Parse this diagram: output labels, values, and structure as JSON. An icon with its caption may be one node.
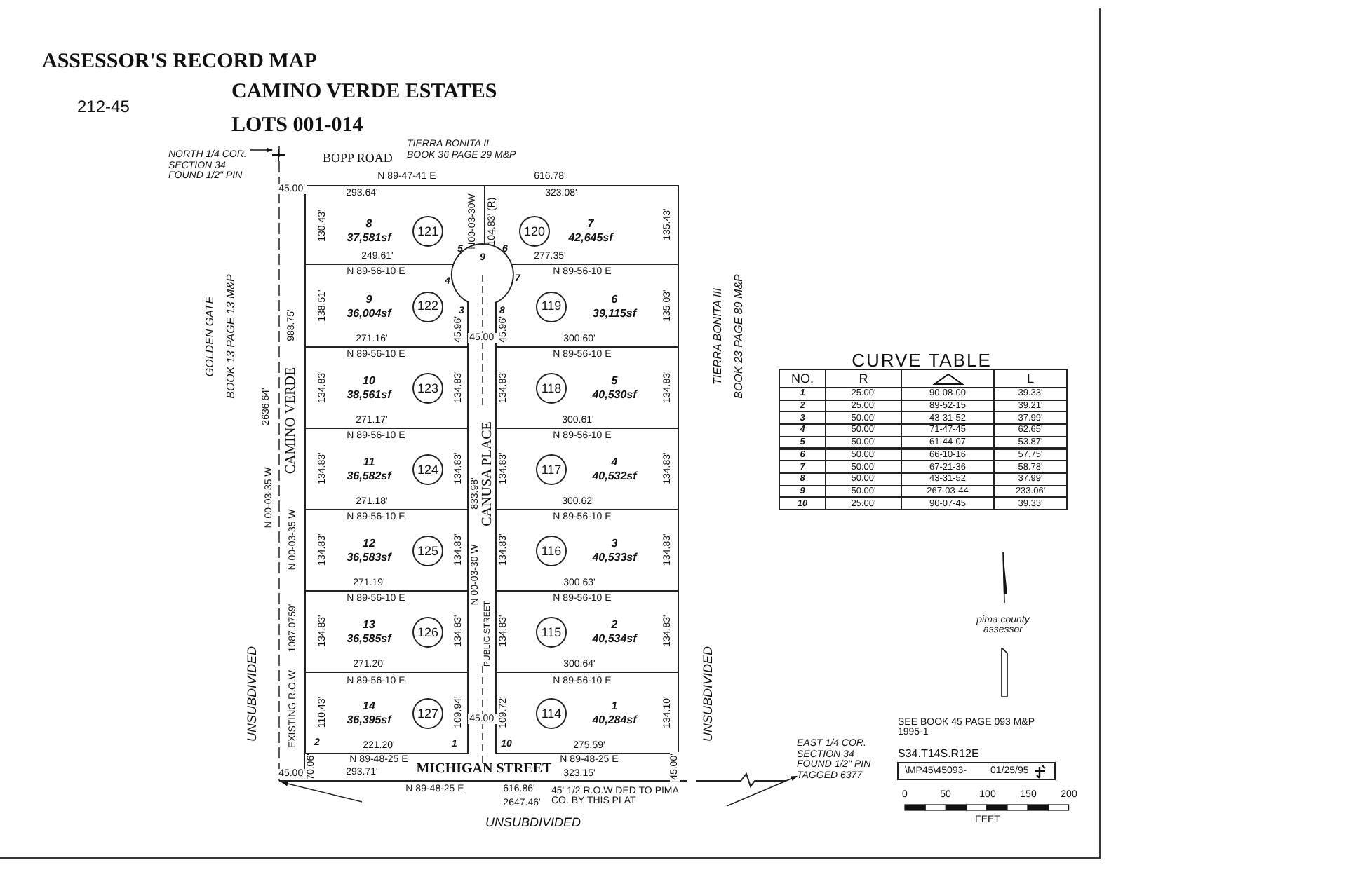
{
  "diagram": {
    "title": "ASSESSOR'S RECORD MAP",
    "nodes": [
      {
        "text": [
          "NORTH 1/4 COR. SECTION 34 FOUND 1/2\" PIN"
        ]
      },
      {
        "text": [
          "8",
          "37,581sf"
        ]
      },
      {
        "text": [
          "121"
        ],
        "in": 1
      },
      {
        "text": [
          "7",
          "42,645sf"
        ]
      },
      {
        "text": [
          "120"
        ],
        "in": 3
      },
      {
        "text": [
          "9",
          "36,004sf"
        ]
      },
      {
        "text": [
          "122"
        ],
        "in": 5
      },
      {
        "text": [
          "6",
          "39,115sf"
        ]
      },
      {
        "text": [
          "119"
        ],
        "in": 7
      },
      {
        "text": [
          "10",
          "38,561sf"
        ]
      },
      {
        "text": [
          "123"
        ],
        "in": 9
      },
      {
        "text": [
          "5",
          "40,530sf"
        ]
      },
      {
        "text": [
          "118"
        ],
        "in": 11
      },
      {
        "text": [
          "11",
          "36,582sf"
        ]
      },
      {
        "text": [
          "124"
        ],
        "in": 13
      },
      {
        "text": [
          "4",
          "40,532sf"
        ]
      },
      {
        "text": [
          "117"
        ],
        "in": 15
      },
      {
        "text": [
          "12",
          "36,583sf"
        ]
      },
      {
        "text": [
          "125"
        ],
        "in": 17
      },
      {
        "text": [
          "3",
          "40,533sf"
        ]
      },
      {
        "text": [
          "116"
        ],
        "in": 19
      },
      {
        "text": [
          "13",
          "36,585sf"
        ]
      },
      {
        "text": [
          "126"
        ],
        "in": 21
      },
      {
        "text": [
          "2",
          "40,534sf"
        ]
      },
      {
        "text": [
          "115"
        ],
        "in": 23
      },
      {
        "text": [
          "14",
          "36,395sf"
        ]
      },
      {
        "text": [
          "127"
        ],
        "in": 25
      },
      {
        "text": [
          "1",
          "40,284sf"
        ]
      },
      {
        "text": [
          "114"
        ],
        "in": 27
      },
      {
        "text": [
          "EAST 1/4 COR. SECTION 34 FOUND 1/2\" PIN TAGGED 6377"
        ]
      },
      {
        "text": [],
        "shape": "cross"
      }
    ],
    "edges": [
      {
        "from": 0,
        "to": 30,
        "arrow": "to"
      },
      {
        "from": null,
        "to": 29,
        "arrow": "to"
      }
    ],
    "labels": [
      "212-45",
      "CAMINO VERDE ESTATES",
      "LOTS 001-014",
      "TIERRA BONITA II",
      "BOPP ROAD",
      "BOOK 36 PAGE 29 M&P",
      "N 89-47-41 E",
      "616.78'",
      "45.00'",
      "293.64'",
      "130.43'",
      "249.61'",
      "N00-03-30W",
      "104.83' (R)",
      "323.08'",
      "135.43'",
      "277.35'",
      "N 89-56-10 E",
      "138.51'",
      "271.16'",
      "45.96'",
      "45.00'",
      "45.96'",
      "N 89-56-10 E",
      "135.03'",
      "300.60'",
      "988.75'",
      "GOLDEN GATE",
      "BOOK 13 PAGE 13 M&P",
      "2636.64'",
      "TIERRA BONITA III",
      "BOOK 23 PAGE 89 M&P",
      "N 89-56-10 E",
      "134.83'",
      "271.17'",
      "134.83'",
      "N 89-56-10 E",
      "134.83'",
      "134.83'",
      "300.61'",
      "CAMINO VERDE",
      "N 89-56-10 E",
      "134.83'",
      "271.18'",
      "134.83'",
      "N 89-56-10 E",
      "134.83'",
      "134.83'",
      "300.62'",
      "CANUSA PLACE",
      "833.98'",
      "N 00-03-35 W",
      "N 00-03-35 W",
      "N 89-56-10 E",
      "134.83'",
      "271.19'",
      "134.83'",
      "N 89-56-10 E",
      "134.83'",
      "134.83'",
      "300.63'",
      "N 00-03-30 W",
      "N 89-56-10 E",
      "134.83'",
      "271.20'",
      "134.83'",
      "N 89-56-10 E",
      "134.83'",
      "134.83'",
      "300.64'",
      "1087.0759'",
      "PUBLIC STREET",
      "UNSUBDIVIDED",
      "UNSUBDIVIDED",
      "N 89-56-10 E",
      "110.43'",
      "221.20'",
      "109.94'",
      "45.00'",
      "N 89-56-10 E",
      "109.72'",
      "134.10'",
      "275.59'",
      "EXISTING R.O.W.",
      "5",
      "9",
      "6",
      "4",
      "7",
      "3",
      "8",
      "2",
      "1",
      "10",
      "70.06'",
      "45.00'",
      "N 89-48-25 E",
      "293.71'",
      "MICHIGAN STREET",
      "N 89-48-25 E",
      "323.15'",
      "45.00'",
      "N 89-48-25 E",
      "616.86'",
      "2647.46'",
      "45' 1/2 R.O.W DED TO PIMA CO. BY THIS PLAT",
      "UNSUBDIVIDED",
      "CURVE TABLE",
      "NO.",
      "R",
      "L",
      "1",
      "25.00'",
      "90-08-00",
      "39.33'",
      "2",
      "25.00'",
      "89-52-15",
      "39.21'",
      "3",
      "50.00'",
      "43-31-52",
      "37.99'",
      "4",
      "50.00'",
      "71-47-45",
      "62.65'",
      "5",
      "50.00'",
      "61-44-07",
      "53.87'",
      "6",
      "50.00'",
      "66-10-16",
      "57.75'",
      "7",
      "50.00'",
      "67-21-36",
      "58.78'",
      "8",
      "50.00'",
      "43-31-52",
      "37.99'",
      "9",
      "50.00'",
      "267-03-44",
      "233.06'",
      "10",
      "25.00'",
      "90-07-45",
      "39.33'",
      "pima county assessor",
      "SEE BOOK 45 PAGE 093 M&P 1995-1",
      "S34.T14S.R12E",
      "\\MP45\\45093-",
      "01/25/95",
      "0",
      "50",
      "100",
      "150",
      "200",
      "FEET"
    ]
  }
}
